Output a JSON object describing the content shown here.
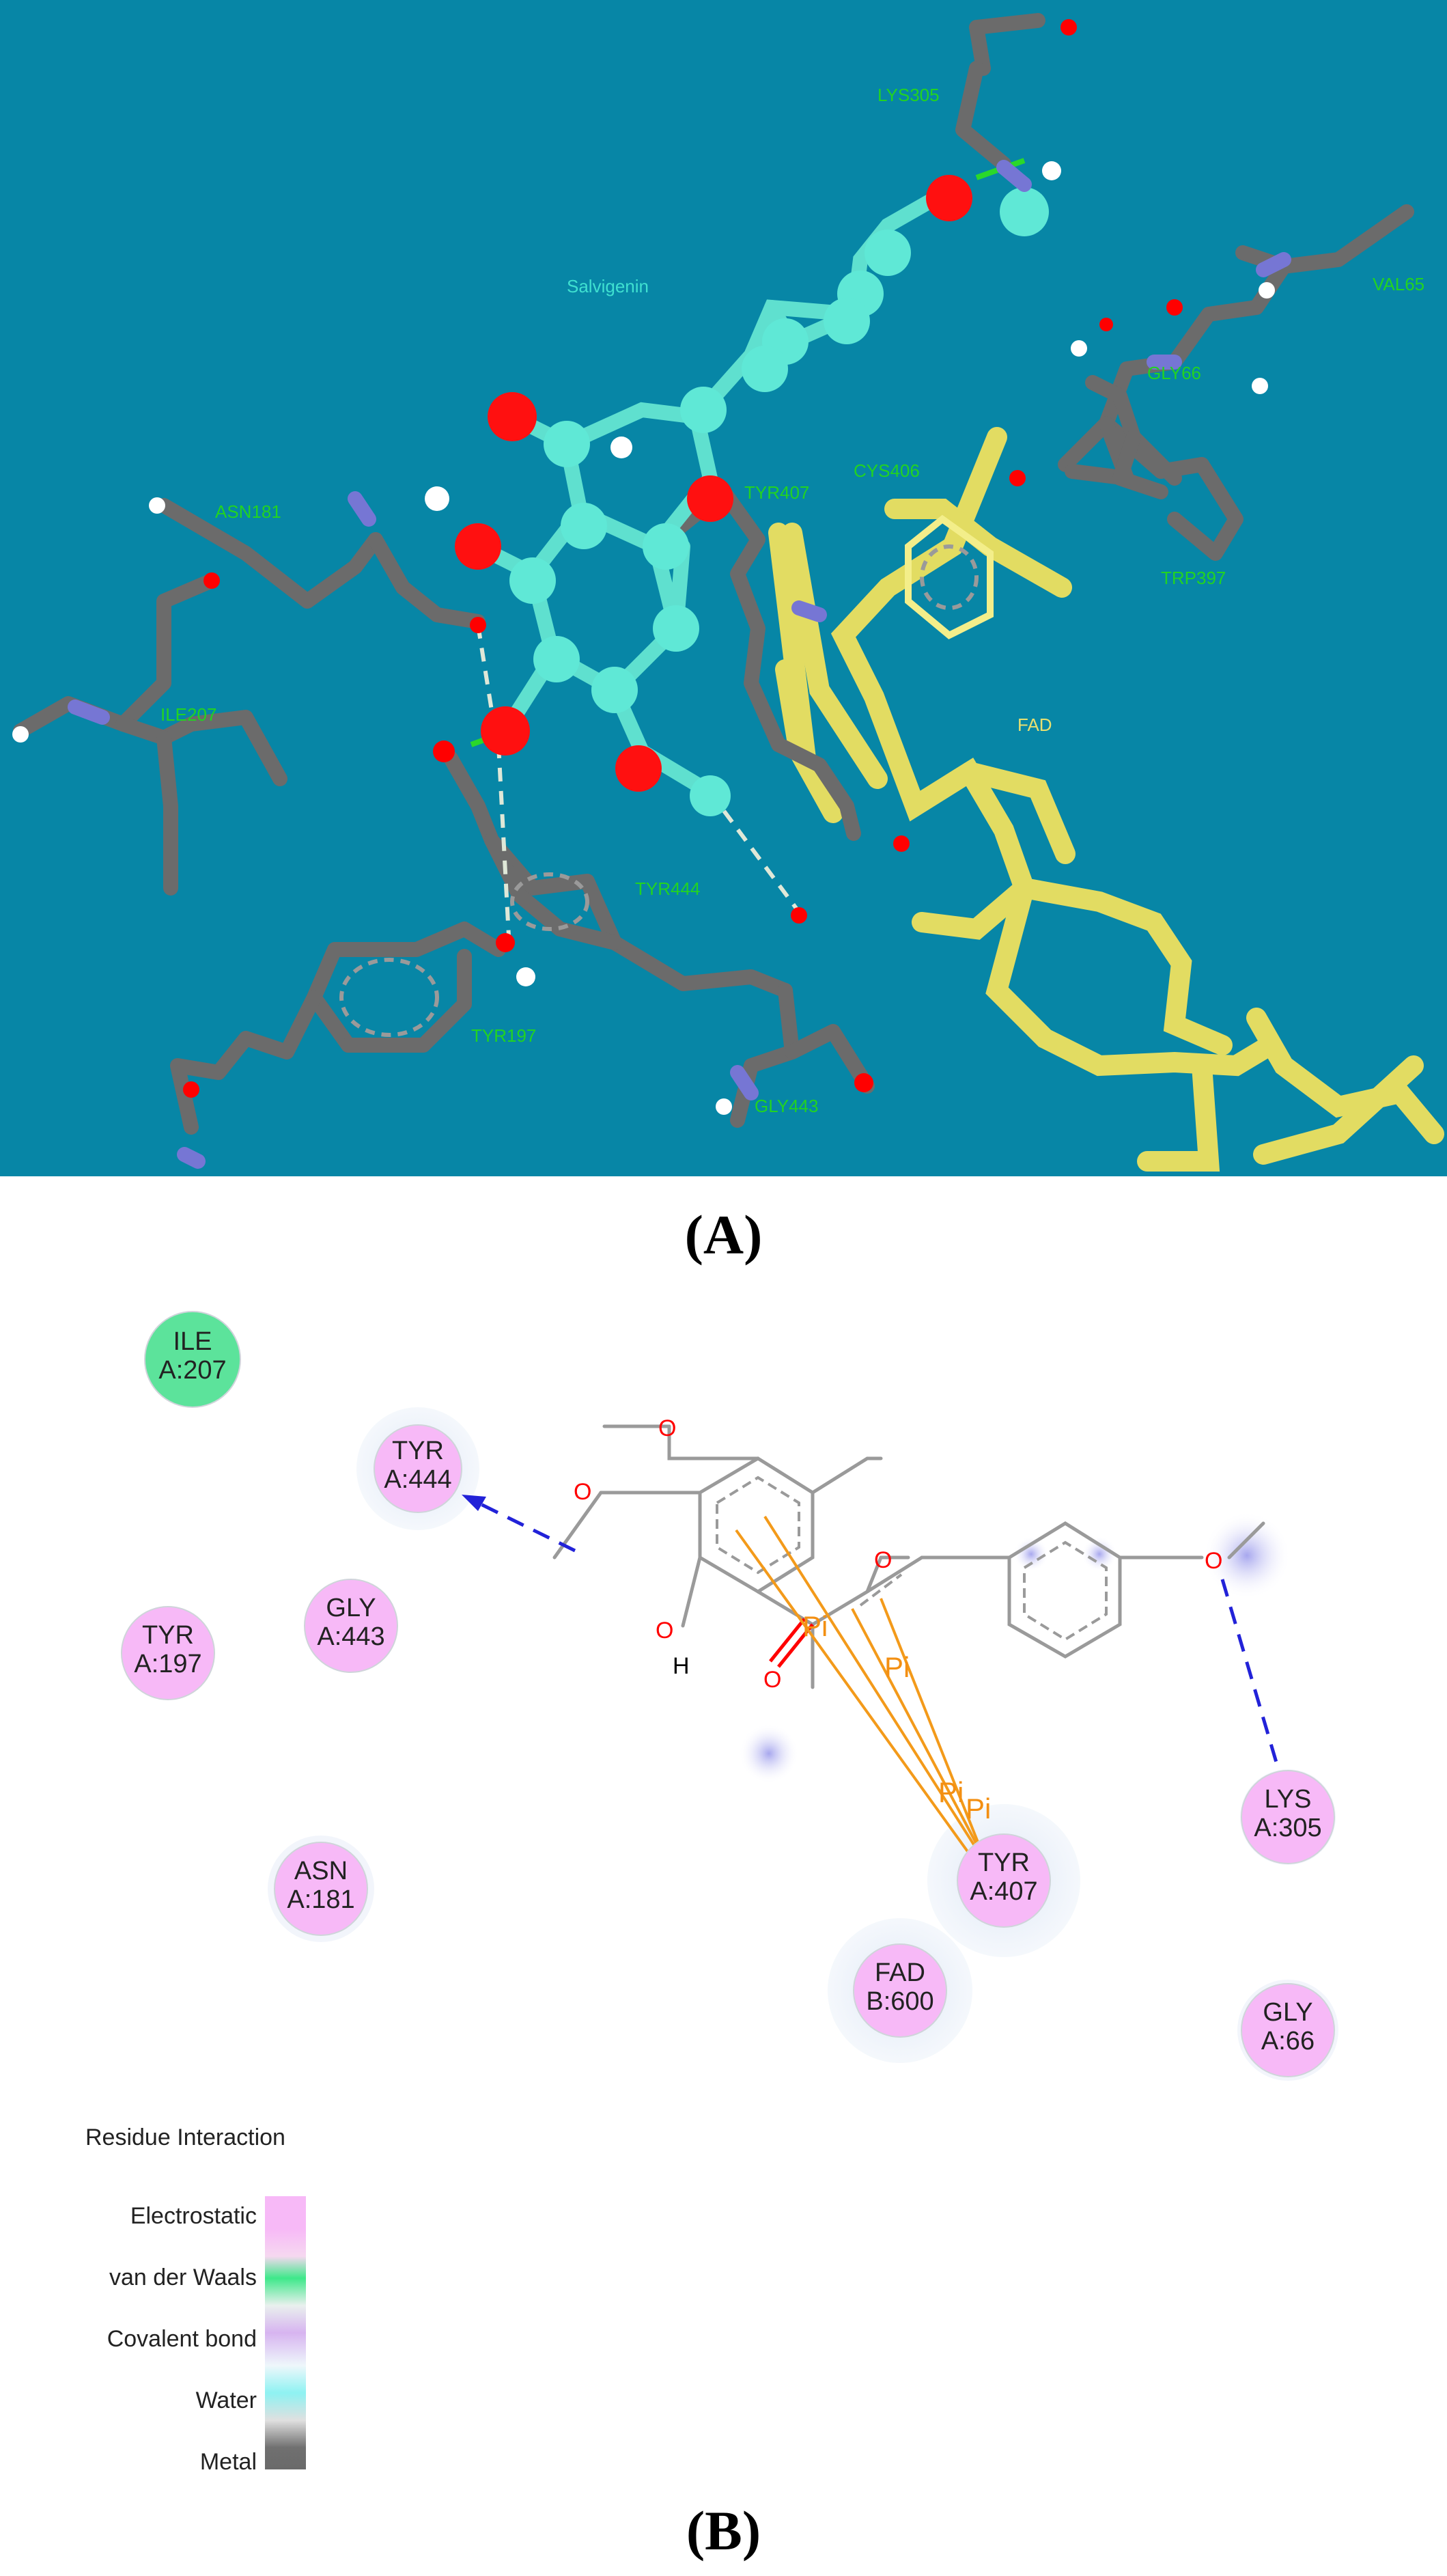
{
  "panel_a": {
    "caption": "(A)",
    "labels": {
      "lys305": "LYS305",
      "val65": "VAL65",
      "salvigenin": "Salvigenin",
      "gly66": "GLY66",
      "asn181": "ASN181",
      "tyr407": "TYR407",
      "cys406": "CYS406",
      "trp397": "TRP397",
      "fad": "FAD",
      "ile207": "ILE207",
      "tyr444": "TYR444",
      "tyr197": "TYR197",
      "gly443": "GLY443"
    },
    "colors": {
      "background": "#0786a6",
      "residue_label": "#22d322",
      "ligand_label": "#3fe0d0",
      "fad_label": "#e8e070",
      "carbon": "#6a6a6a",
      "ligand": "#5fe8d6",
      "oxygen": "#ff0000",
      "nitrogen": "#7a7ad8",
      "fad": "#e8e070"
    }
  },
  "panel_b": {
    "caption": "(B)",
    "residues": {
      "ile207": {
        "name": "ILE",
        "id": "A:207",
        "color": "#5ce39b"
      },
      "tyr444": {
        "name": "TYR",
        "id": "A:444",
        "color": "#f7b9f7"
      },
      "gly443": {
        "name": "GLY",
        "id": "A:443",
        "color": "#f7b9f7"
      },
      "tyr197": {
        "name": "TYR",
        "id": "A:197",
        "color": "#f7b9f7"
      },
      "asn181": {
        "name": "ASN",
        "id": "A:181",
        "color": "#f7b9f7"
      },
      "tyr407": {
        "name": "TYR",
        "id": "A:407",
        "color": "#f7b9f7"
      },
      "fad600": {
        "name": "FAD",
        "id": "B:600",
        "color": "#f7b9f7"
      },
      "lys305": {
        "name": "LYS",
        "id": "A:305",
        "color": "#f7b9f7"
      },
      "gly66": {
        "name": "GLY",
        "id": "A:66",
        "color": "#f7b9f7"
      }
    },
    "pi_labels": {
      "pi1": "Pi",
      "pi2": "Pi",
      "pi3": "Pi",
      "pi4": "Pi"
    },
    "atom_labels": {
      "h": "H"
    },
    "legend": {
      "title": "Residue Interaction",
      "items": [
        "Electrostatic",
        "van der Waals",
        "Covalent bond",
        "Water",
        "Metal"
      ],
      "colors": [
        "#f7b9f7",
        "#3ee88a",
        "#d7b4f0",
        "#9ef2f2",
        "#6a6a6a"
      ]
    }
  }
}
